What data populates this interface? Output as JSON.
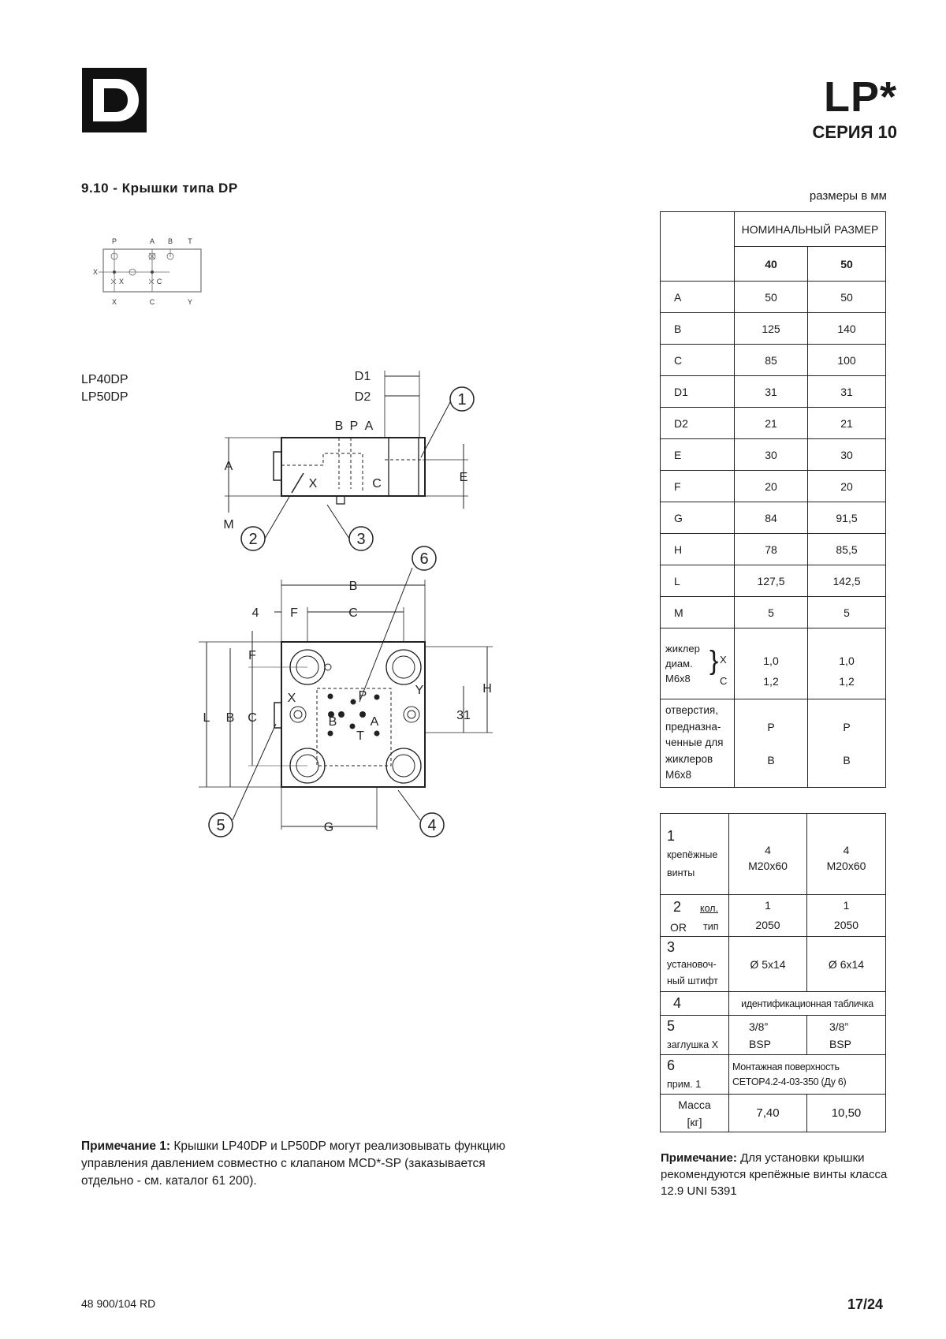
{
  "header": {
    "product_code": "LP*",
    "series": "СЕРИЯ 10"
  },
  "section_title": "9.10 - Крышки типа DP",
  "units": "размеры в мм",
  "models": [
    "LP40DP",
    "LP50DP"
  ],
  "symbol": {
    "top_ports": [
      "P",
      "A",
      "B",
      "T"
    ],
    "bottom_ports": [
      "X",
      "C",
      "Y"
    ],
    "side_port": "X",
    "inner_labels": [
      "X",
      "C"
    ]
  },
  "drawing": {
    "side_labels": [
      "D1",
      "D2",
      "B",
      "P",
      "A",
      "A",
      "E",
      "M",
      "X",
      "C"
    ],
    "top_labels": [
      "B",
      "4",
      "F",
      "C",
      "F",
      "L",
      "B",
      "C",
      "X",
      "P",
      "Y",
      "B",
      "A",
      "T",
      "H",
      "31",
      "G"
    ],
    "callouts": [
      "1",
      "2",
      "3",
      "4",
      "5",
      "6"
    ]
  },
  "dim_table": {
    "header": "НОМИНАЛЬНЫЙ РАЗМЕР",
    "sizes": [
      "40",
      "50"
    ],
    "rows": [
      {
        "label": "A",
        "v40": "50",
        "v50": "50"
      },
      {
        "label": "B",
        "v40": "125",
        "v50": "140"
      },
      {
        "label": "C",
        "v40": "85",
        "v50": "100"
      },
      {
        "label": "D1",
        "v40": "31",
        "v50": "31"
      },
      {
        "label": "D2",
        "v40": "21",
        "v50": "21"
      },
      {
        "label": "E",
        "v40": "30",
        "v50": "30"
      },
      {
        "label": "F",
        "v40": "20",
        "v50": "20"
      },
      {
        "label": "G",
        "v40": "84",
        "v50": "91,5"
      },
      {
        "label": "H",
        "v40": "78",
        "v50": "85,5"
      },
      {
        "label": "L",
        "v40": "127,5",
        "v50": "142,5"
      },
      {
        "label": "M",
        "v40": "5",
        "v50": "5"
      }
    ],
    "jet": {
      "label": [
        "жиклер",
        "диам.",
        "M6x8"
      ],
      "x": "X",
      "c": "C",
      "x40": "1,0",
      "c40": "1,2",
      "x50": "1,0",
      "c50": "1,2"
    },
    "holes": {
      "label": [
        "отверстия,",
        "предназна-",
        "ченные для",
        "жиклеров",
        "M6x8"
      ],
      "p40": "P",
      "b40": "B",
      "p50": "P",
      "b50": "B"
    }
  },
  "parts_table": {
    "p1": {
      "num": "1",
      "name": [
        "крепёжные",
        "винты"
      ],
      "v40": [
        "4",
        "M20x60"
      ],
      "v50": [
        "4",
        "M20x60"
      ]
    },
    "p2": {
      "num": "2",
      "qty": "кол.",
      "or": "OR",
      "type": "тип",
      "q40": "1",
      "t40": "2050",
      "q50": "1",
      "t50": "2050"
    },
    "p3": {
      "num": "3",
      "name": [
        "установоч-",
        "ный штифт"
      ],
      "v40": "Ø  5x14",
      "v50": "Ø  6x14"
    },
    "p4": {
      "num": "4",
      "text": "идентификационная табличка"
    },
    "p5": {
      "num": "5",
      "name": "заглушка X",
      "v40": [
        "3/8”",
        "BSP"
      ],
      "v50": [
        "3/8”",
        "BSP"
      ]
    },
    "p6": {
      "num": "6",
      "name": "прим. 1",
      "text": [
        "Монтажная поверхность",
        "CETOP4.2-4-03-350  (Ду 6)"
      ]
    },
    "mass": {
      "label": [
        "Масса",
        "[кг]"
      ],
      "v40": "7,40",
      "v50": "10,50"
    }
  },
  "note1": {
    "bold": "Примечание 1:",
    "text": " Крышки LP40DP и LP50DP могут реализовывать функцию управления давлением совместно с клапаном MCD*-SP (заказывается отдельно - см. каталог 61 200)."
  },
  "note2": {
    "bold": "Примечание:",
    "text": " Для установки крышки рекомендуются крепёжные винты класса 12.9 UNI 5391"
  },
  "footer": {
    "doc_number": "48 900/104 RD",
    "page": "17/24"
  }
}
